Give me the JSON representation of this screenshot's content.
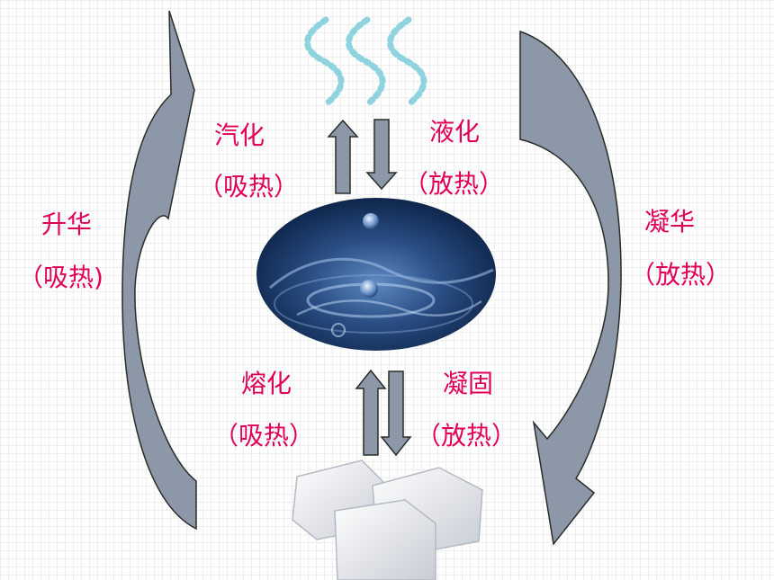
{
  "processes": {
    "vaporization": {
      "name": "汽化",
      "heat": "（吸热）"
    },
    "liquefaction": {
      "name": "液化",
      "heat": "（放热）"
    },
    "sublimation": {
      "name": "升华",
      "heat": "（吸热)"
    },
    "deposition": {
      "name": "凝华",
      "heat": "（放热）"
    },
    "melting": {
      "name": "熔化",
      "heat": "（吸热）"
    },
    "solidification": {
      "name": "凝固",
      "heat": "（放热）"
    }
  },
  "colors": {
    "label": "#e0005a",
    "arrow_fill": "#8c98a8",
    "arrow_stroke": "#2b2b2b",
    "vapor_dots": "#8fd3df",
    "water_dark": "#0a1e40",
    "water_light": "#5f89c2"
  }
}
